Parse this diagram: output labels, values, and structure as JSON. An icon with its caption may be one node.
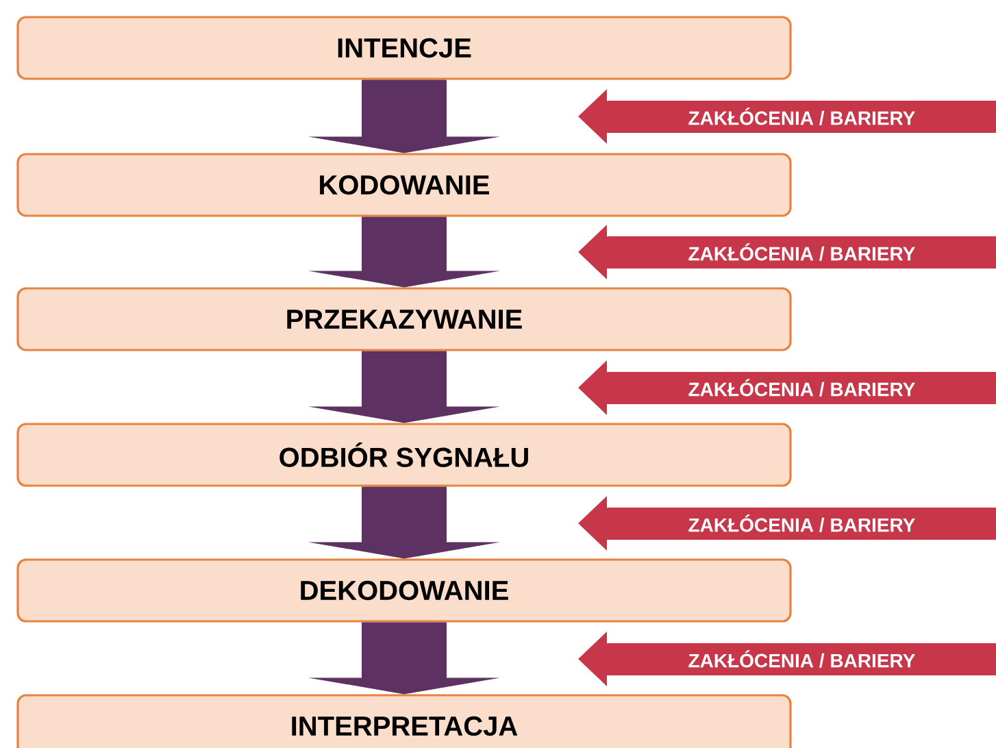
{
  "diagram": {
    "nodes": [
      {
        "text": [
          "INTENCJE"
        ]
      },
      {
        "text": [
          "ZAKŁÓCENIA / BARIERY"
        ]
      },
      {
        "text": [
          "KODOWANIE"
        ]
      },
      {
        "text": [
          "ZAKŁÓCENIA / BARIERY"
        ]
      },
      {
        "text": [
          "PRZEKAZYWANIE"
        ]
      },
      {
        "text": [
          "ZAKŁÓCENIA / BARIERY"
        ]
      },
      {
        "text": [
          "ODBIÓR  SYGNAŁU"
        ]
      },
      {
        "text": [
          "ZAKŁÓCENIA / BARIERY"
        ]
      },
      {
        "text": [
          "DEKODOWANIE"
        ]
      },
      {
        "text": [
          "ZAKŁÓCENIA / BARIERY"
        ]
      },
      {
        "text": [
          "INTERPRETACJA"
        ]
      }
    ],
    "edges": [
      {
        "from": 0,
        "to": 2,
        "arrow": "to"
      },
      {
        "from": 2,
        "to": 4,
        "arrow": "to"
      },
      {
        "from": 4,
        "to": 6,
        "arrow": "to"
      },
      {
        "from": 6,
        "to": 8,
        "arrow": "to"
      },
      {
        "from": 8,
        "to": 10,
        "arrow": "to"
      }
    ]
  }
}
